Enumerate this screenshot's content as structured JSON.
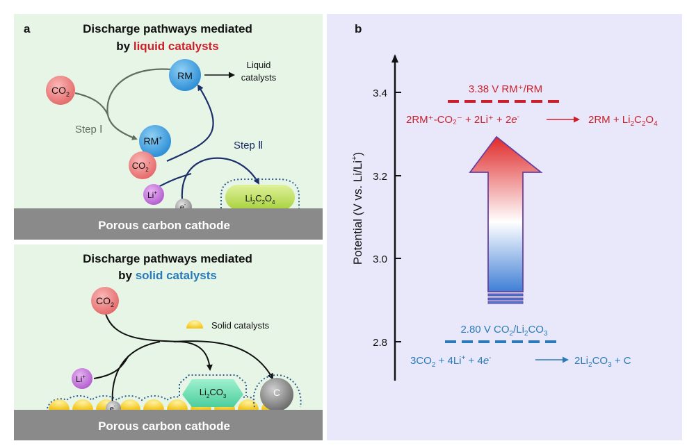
{
  "panel_a": {
    "label": "a",
    "top": {
      "title_line1": "Discharge pathways mediated",
      "title_line2_prefix": "by ",
      "title_line2_highlight": "liquid catalysts",
      "rm": "RM",
      "liquid_catalysts_line1": "Liquid",
      "liquid_catalysts_line2": "catalysts",
      "co2": "CO",
      "co2_sub": "2",
      "step1": "Step Ⅰ",
      "step2": "Step Ⅱ",
      "rm_plus": "RM",
      "rm_plus_sup": "+",
      "co2_minus": "CO",
      "co2_minus_sub": "2",
      "co2_minus_sup": "-",
      "li": "Li",
      "li_sup": "+",
      "electron": "e",
      "electron_sup": "-",
      "li2c2o4": [
        "Li",
        "2",
        "C",
        "2",
        "O",
        "4"
      ],
      "cathode": "Porous carbon cathode"
    },
    "bottom": {
      "title_line1": "Discharge pathways mediated",
      "title_line2_prefix": "by ",
      "title_line2_highlight": "solid catalysts",
      "co2": "CO",
      "co2_sub": "2",
      "solid_catalysts": "Solid catalysts",
      "li": "Li",
      "li_sup": "+",
      "electron": "e",
      "electron_sup": "-",
      "li2co3": [
        "Li",
        "2",
        "CO",
        "3"
      ],
      "carbon": "C",
      "cathode": "Porous carbon cathode"
    }
  },
  "panel_b": {
    "label": "b",
    "axis_label_main": "Potential (V vs. Li/Li",
    "axis_label_sup": "+",
    "axis_label_end": ")",
    "ticks": [
      "3.4",
      "3.2",
      "3.0",
      "2.8"
    ],
    "upper_label": "3.38 V RM⁺/RM",
    "upper_reaction_left": "2RM⁺-CO₂⁻ + 2Li⁺ + 2",
    "upper_reaction_left_e": "e",
    "upper_reaction_left_esup": "-",
    "upper_reaction_right": [
      "2RM + Li",
      "2",
      "C",
      "2",
      "O",
      "4"
    ],
    "lower_label": [
      "2.80 V CO",
      "2",
      "/Li",
      "2",
      "CO",
      "3"
    ],
    "lower_reaction_left": [
      "3CO",
      "2",
      " + 4Li",
      "+",
      " + 4",
      "e",
      "-"
    ],
    "lower_reaction_right": [
      "2Li",
      "2",
      "CO",
      "3",
      " + C"
    ]
  },
  "colors": {
    "red": "#cc1f2b",
    "blue": "#2a7ab8",
    "navy": "#1c2f6b",
    "gray_arrow": "#5f6e5f",
    "cathode": "#8a8a8a"
  }
}
